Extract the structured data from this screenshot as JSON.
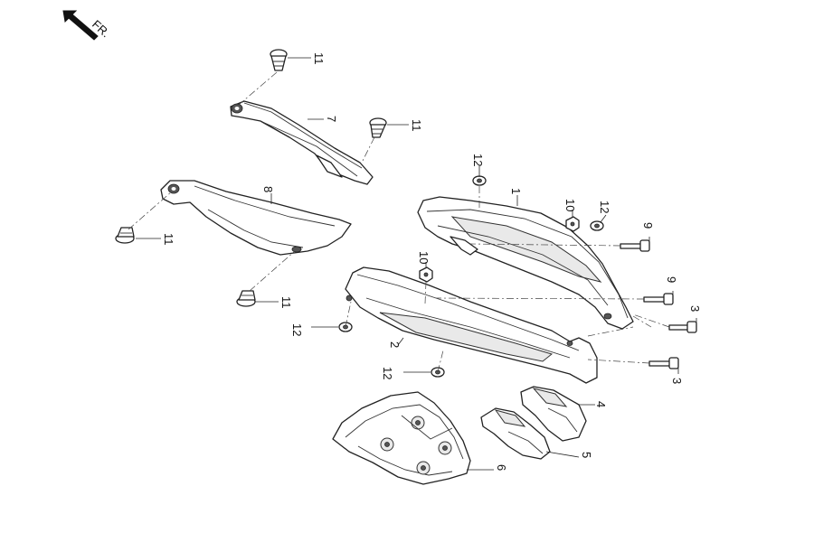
{
  "direction": {
    "label": "FR."
  },
  "callouts": [
    {
      "id": "c11a",
      "label": "11"
    },
    {
      "id": "c7",
      "label": "7"
    },
    {
      "id": "c11b",
      "label": "11"
    },
    {
      "id": "c8",
      "label": "8"
    },
    {
      "id": "c11c",
      "label": "11"
    },
    {
      "id": "c11d",
      "label": "11"
    },
    {
      "id": "c12a",
      "label": "12"
    },
    {
      "id": "c1",
      "label": "1"
    },
    {
      "id": "c10a",
      "label": "10"
    },
    {
      "id": "c12b",
      "label": "12"
    },
    {
      "id": "c9a",
      "label": "9"
    },
    {
      "id": "c10b",
      "label": "10"
    },
    {
      "id": "c9b",
      "label": "9"
    },
    {
      "id": "c3a",
      "label": "3"
    },
    {
      "id": "c12c",
      "label": "12"
    },
    {
      "id": "c2",
      "label": "2"
    },
    {
      "id": "c3b",
      "label": "3"
    },
    {
      "id": "c12d",
      "label": "12"
    },
    {
      "id": "c4",
      "label": "4"
    },
    {
      "id": "c5",
      "label": "5"
    },
    {
      "id": "c6",
      "label": "6"
    }
  ]
}
